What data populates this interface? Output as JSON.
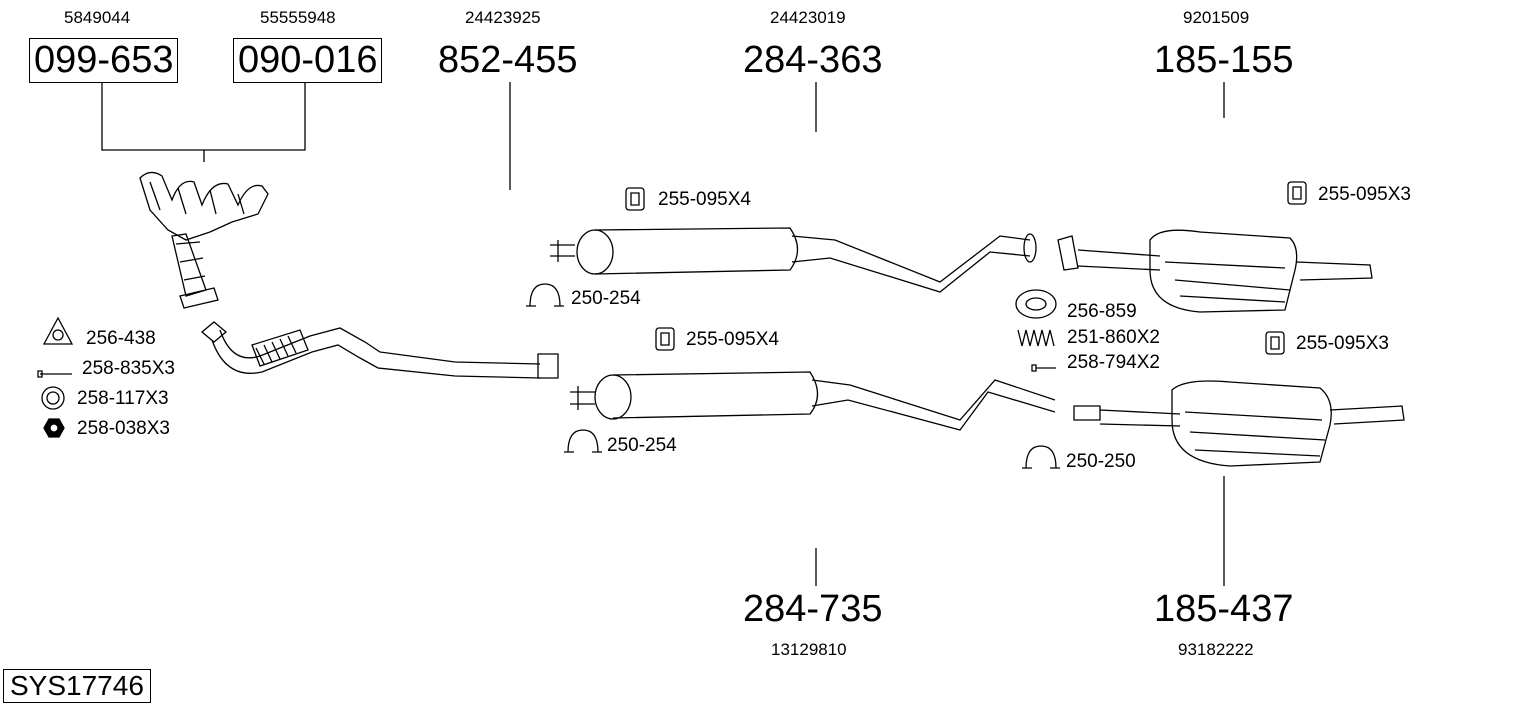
{
  "top_parts": [
    {
      "oem": "5849044",
      "code": "099-653"
    },
    {
      "oem": "55555948",
      "code": "090-016"
    },
    {
      "oem": "24423925",
      "code": "852-455"
    },
    {
      "oem": "24423019",
      "code": "284-363"
    },
    {
      "oem": "9201509",
      "code": "185-155"
    }
  ],
  "bottom_parts": [
    {
      "code": "284-735",
      "oem": "13129810"
    },
    {
      "code": "185-437",
      "oem": "93182222"
    }
  ],
  "small_labels": {
    "gasket_1": "256-438",
    "bolt": "258-835X3",
    "washer": "258-117X3",
    "nut": "258-038X3",
    "hanger_front_top": "255-095X4",
    "clamp_front_top": "250-254",
    "hanger_front_bottom": "255-095X4",
    "clamp_front_bottom": "250-254",
    "hanger_rear_top": "255-095X3",
    "ring_gasket": "256-859",
    "spring": "251-860X2",
    "rear_bolt": "258-794X2",
    "hanger_rear_bottom": "255-095X3",
    "clamp_rear": "250-250"
  },
  "system_id": "SYS17746"
}
